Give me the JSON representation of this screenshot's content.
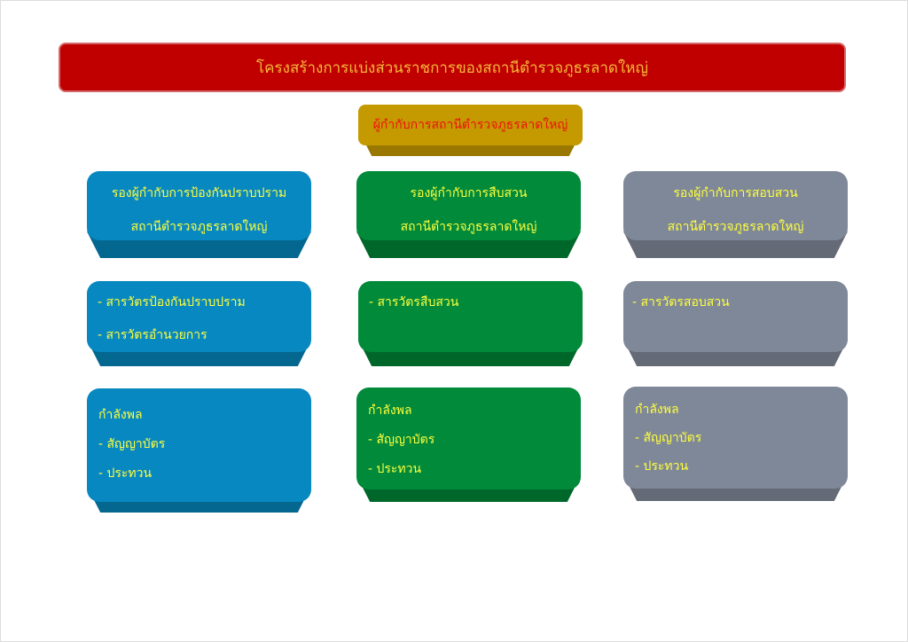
{
  "title": "โครงสร้างการแบ่งส่วนราชการของสถานีตำรวจภูธรลาดใหญ่",
  "chief": "ผู้กำกับการสถานีตำรวจภูธรลาดใหญ่",
  "columns": [
    {
      "head": [
        "รองผู้กำกับการป้องกันปราบปราม",
        "สถานีตำรวจภูธรลาดใหญ่"
      ],
      "units": [
        "- สารวัตรป้องกันปราบปราม",
        "- สารวัตรอำนวยการ"
      ],
      "force": [
        "กำลังพล",
        "- สัญญาบัตร",
        "- ประทวน"
      ]
    },
    {
      "head": [
        "รองผู้กำกับการสืบสวน",
        "สถานีตำรวจภูธรลาดใหญ่"
      ],
      "units": [
        "- สารวัตรสืบสวน"
      ],
      "force": [
        "กำลังพล",
        "- สัญญาบัตร",
        "- ประทวน"
      ]
    },
    {
      "head": [
        "รองผู้กำกับการสอบสวน",
        "สถานีตำรวจภูธรลาดใหญ่"
      ],
      "units": [
        "- สารวัตรสอบสวน"
      ],
      "force": [
        "กำลังพล",
        "- สัญญาบัตร",
        "- ประทวน"
      ]
    }
  ],
  "colors": {
    "title_bg": "#c00000",
    "chief_bg": "#c49a00",
    "blue": "#0888c0",
    "green": "#008a3a",
    "gray": "#7f8898",
    "text": "#ffff3c"
  }
}
